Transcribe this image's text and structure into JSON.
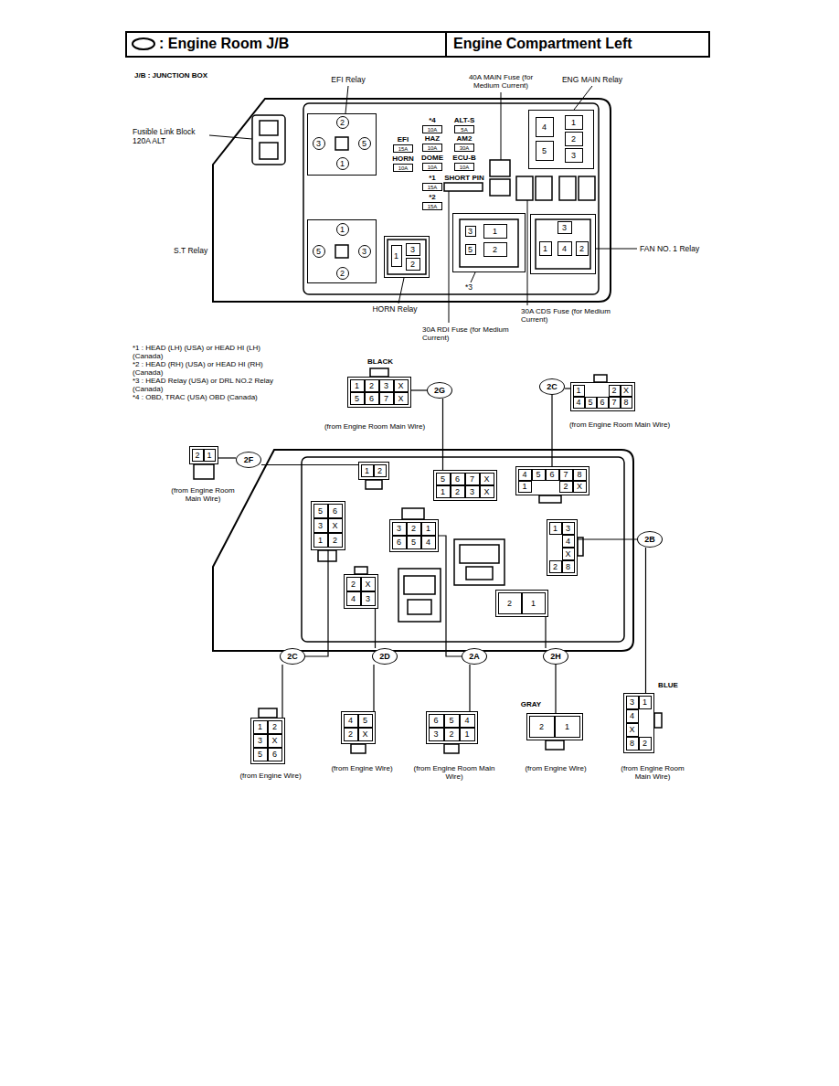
{
  "diagram": {
    "title": ": Engine Room J/B",
    "nodes": [
      {
        "text": [
          "10A"
        ]
      },
      {
        "text": [
          "5A"
        ]
      },
      {
        "text": [
          "15A"
        ]
      },
      {
        "text": [
          "10A"
        ]
      },
      {
        "text": [
          "30A"
        ]
      },
      {
        "text": [
          "10A"
        ]
      },
      {
        "text": [
          "10A"
        ]
      },
      {
        "text": [
          "10A"
        ]
      },
      {
        "text": [
          "15A"
        ]
      },
      {
        "text": [
          "15A"
        ]
      },
      {
        "text": [
          "2",
          "3",
          "5",
          "1"
        ]
      },
      {
        "text": [
          "4",
          "1",
          "2",
          "5",
          "3"
        ]
      },
      {
        "text": [
          "1",
          "5",
          "3",
          "2"
        ]
      },
      {
        "text": [
          "1",
          "3",
          "2"
        ]
      },
      {
        "text": [
          "3",
          "1",
          "5",
          "2"
        ]
      },
      {
        "text": [
          "3",
          "1",
          "4",
          "2"
        ]
      },
      {
        "text": [
          "1",
          "2",
          "3",
          "X",
          "5",
          "6",
          "7",
          "X"
        ]
      },
      {
        "text": [
          "2G"
        ]
      },
      {
        "text": [
          "2C"
        ]
      },
      {
        "text": [
          "1",
          "2",
          "X",
          "4",
          "5",
          "6",
          "7",
          "8"
        ]
      },
      {
        "text": [
          "2",
          "1"
        ]
      },
      {
        "text": [
          "2F"
        ]
      },
      {
        "text": [
          "1",
          "2"
        ]
      },
      {
        "text": [
          "5",
          "6",
          "7",
          "X",
          "1",
          "2",
          "3",
          "X"
        ]
      },
      {
        "text": [
          "4",
          "5",
          "6",
          "7",
          "8",
          "1",
          "2",
          "X"
        ]
      },
      {
        "text": [
          "5",
          "6",
          "3",
          "X",
          "1",
          "2"
        ]
      },
      {
        "text": [
          "3",
          "2",
          "1",
          "6",
          "5",
          "4"
        ]
      },
      {
        "text": [
          "1",
          "3",
          "4",
          "X",
          "2",
          "8"
        ]
      },
      {
        "text": [
          "2",
          "X",
          "4",
          "3"
        ]
      },
      {
        "text": [
          "2",
          "1"
        ]
      },
      {
        "text": [
          "2B"
        ]
      },
      {
        "text": [
          "2C"
        ]
      },
      {
        "text": [
          "2D"
        ]
      },
      {
        "text": [
          "2A"
        ]
      },
      {
        "text": [
          "2H"
        ]
      },
      {
        "text": [
          "1",
          "2",
          "3",
          "X",
          "5",
          "6"
        ]
      },
      {
        "text": [
          "4",
          "5",
          "2",
          "X"
        ]
      },
      {
        "text": [
          "6",
          "5",
          "4",
          "3",
          "2",
          "1"
        ]
      },
      {
        "text": [
          "2",
          "1"
        ]
      },
      {
        "text": [
          "3",
          "1",
          "4",
          "X",
          "8",
          "2"
        ]
      }
    ],
    "edges": [
      {
        "from": 17,
        "to": 16,
        "arrow": "none"
      },
      {
        "from": 17,
        "to": 23,
        "arrow": "none"
      },
      {
        "from": 18,
        "to": 19,
        "arrow": "none"
      },
      {
        "from": 18,
        "to": 24,
        "arrow": "none"
      },
      {
        "from": 21,
        "to": 20,
        "arrow": "none"
      },
      {
        "from": 21,
        "to": 22,
        "arrow": "none"
      },
      {
        "from": 30,
        "to": 27,
        "arrow": "none"
      },
      {
        "from": 30,
        "to": 39,
        "arrow": "none"
      },
      {
        "from": 31,
        "to": 25,
        "arrow": "none"
      },
      {
        "from": 31,
        "to": 35,
        "arrow": "none"
      },
      {
        "from": 32,
        "to": 28,
        "arrow": "none"
      },
      {
        "from": 32,
        "to": 36,
        "arrow": "none"
      },
      {
        "from": 33,
        "to": 26,
        "arrow": "none"
      },
      {
        "from": 33,
        "to": 37,
        "arrow": "none"
      },
      {
        "from": 34,
        "to": 29,
        "arrow": "none"
      },
      {
        "from": 34,
        "to": 38,
        "arrow": "none"
      }
    ],
    "labels": [
      "Engine Compartment Left",
      "J/B : JUNCTION BOX",
      "EFI Relay",
      "40A MAIN Fuse (for Medium Current)",
      "ENG MAIN Relay",
      "Fusible Link Block 120A ALT",
      "*4",
      "ALT-S",
      "EFI",
      "HAZ",
      "AM2",
      "HORN",
      "DOME",
      "ECU-B",
      "*1",
      "SHORT PIN",
      "*2",
      "S.T Relay",
      "FAN NO. 1 Relay",
      "HORN Relay",
      "*3",
      "30A CDS Fuse (for Medium Current)",
      "30A RDI Fuse (for Medium Current)",
      "*1 : HEAD (LH) (USA) or HEAD HI (LH) (Canada)",
      "*2 : HEAD (RH) (USA) or HEAD HI (RH) (Canada)",
      "*3 : HEAD Relay (USA) or DRL NO.2 Relay (Canada)",
      "*4 : OBD, TRAC (USA) OBD (Canada)",
      "BLACK",
      "(from Engine Room Main Wire)",
      "(from Engine Room Main Wire)",
      "(from Engine Room Main Wire)",
      "BLUE",
      "GRAY",
      "(from Engine Wire)",
      "(from Engine Wire)",
      "(from Engine Room Main Wire)",
      "(from Engine Wire)",
      "(from Engine Room Main Wire)"
    ]
  }
}
